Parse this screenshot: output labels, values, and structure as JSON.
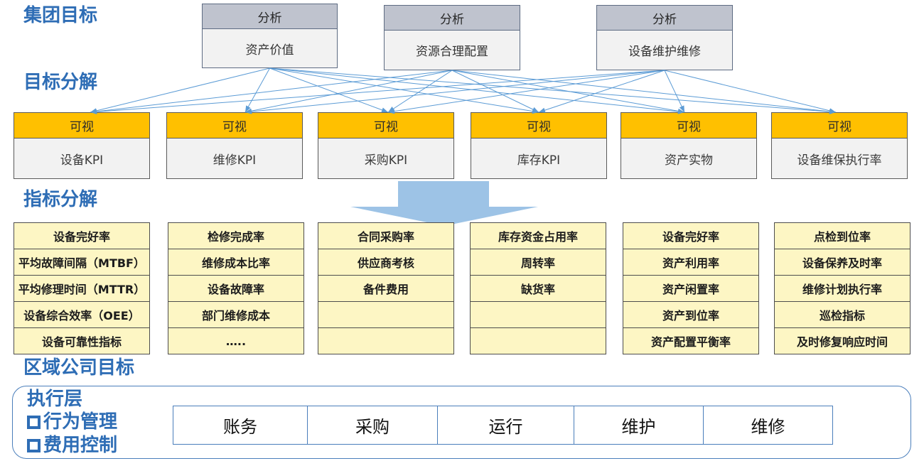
{
  "levels": {
    "group_goal": "集团目标",
    "goal_breakdown": "目标分解",
    "indicator_breakdown": "指标分解",
    "regional_goal": "区域公司目标"
  },
  "analysis": [
    {
      "header": "分析",
      "label": "资产价值"
    },
    {
      "header": "分析",
      "label": "资源合理配置"
    },
    {
      "header": "分析",
      "label": "设备维护维修"
    }
  ],
  "visual": [
    {
      "header": "可视",
      "label": "设备KPI"
    },
    {
      "header": "可视",
      "label": "维修KPI"
    },
    {
      "header": "可视",
      "label": "采购KPI"
    },
    {
      "header": "可视",
      "label": "库存KPI"
    },
    {
      "header": "可视",
      "label": "资产实物"
    },
    {
      "header": "可视",
      "label": "设备维保执行率"
    }
  ],
  "indicators": [
    [
      "设备完好率",
      "平均故障间隔（MTBF）",
      "平均修理时间（MTTR）",
      "设备综合效率（OEE）",
      "设备可靠性指标"
    ],
    [
      "检修完成率",
      "维修成本比率",
      "设备故障率",
      "部门维修成本",
      "….."
    ],
    [
      "合同采购率",
      "供应商考核",
      "备件费用"
    ],
    [
      "库存资金占用率",
      "周转率",
      "缺货率"
    ],
    [
      "设备完好率",
      "资产利用率",
      "资产闲置率",
      "资产到位率",
      "资产配置平衡率"
    ],
    [
      "点检到位率",
      "设备保养及时率",
      "维修计划执行率",
      "巡检指标",
      "及时修复响应时间"
    ]
  ],
  "execution": {
    "title": "执行层",
    "items": [
      "行为管理",
      "费用控制"
    ],
    "item_icon": "square-bullet-icon",
    "processes": [
      "账务",
      "采购",
      "运行",
      "维护",
      "维修"
    ]
  },
  "colors": {
    "level_label": "#2e6db5",
    "analysis_header": "#bfc3ce",
    "visual_header": "#ffc000",
    "box_body": "#f2f2f2",
    "indicator_cell": "#fdf6c4",
    "connector": "#5b9bd5",
    "breakdown_arrow": "#9dc3e6",
    "execution_border": "#4a7ebb"
  }
}
